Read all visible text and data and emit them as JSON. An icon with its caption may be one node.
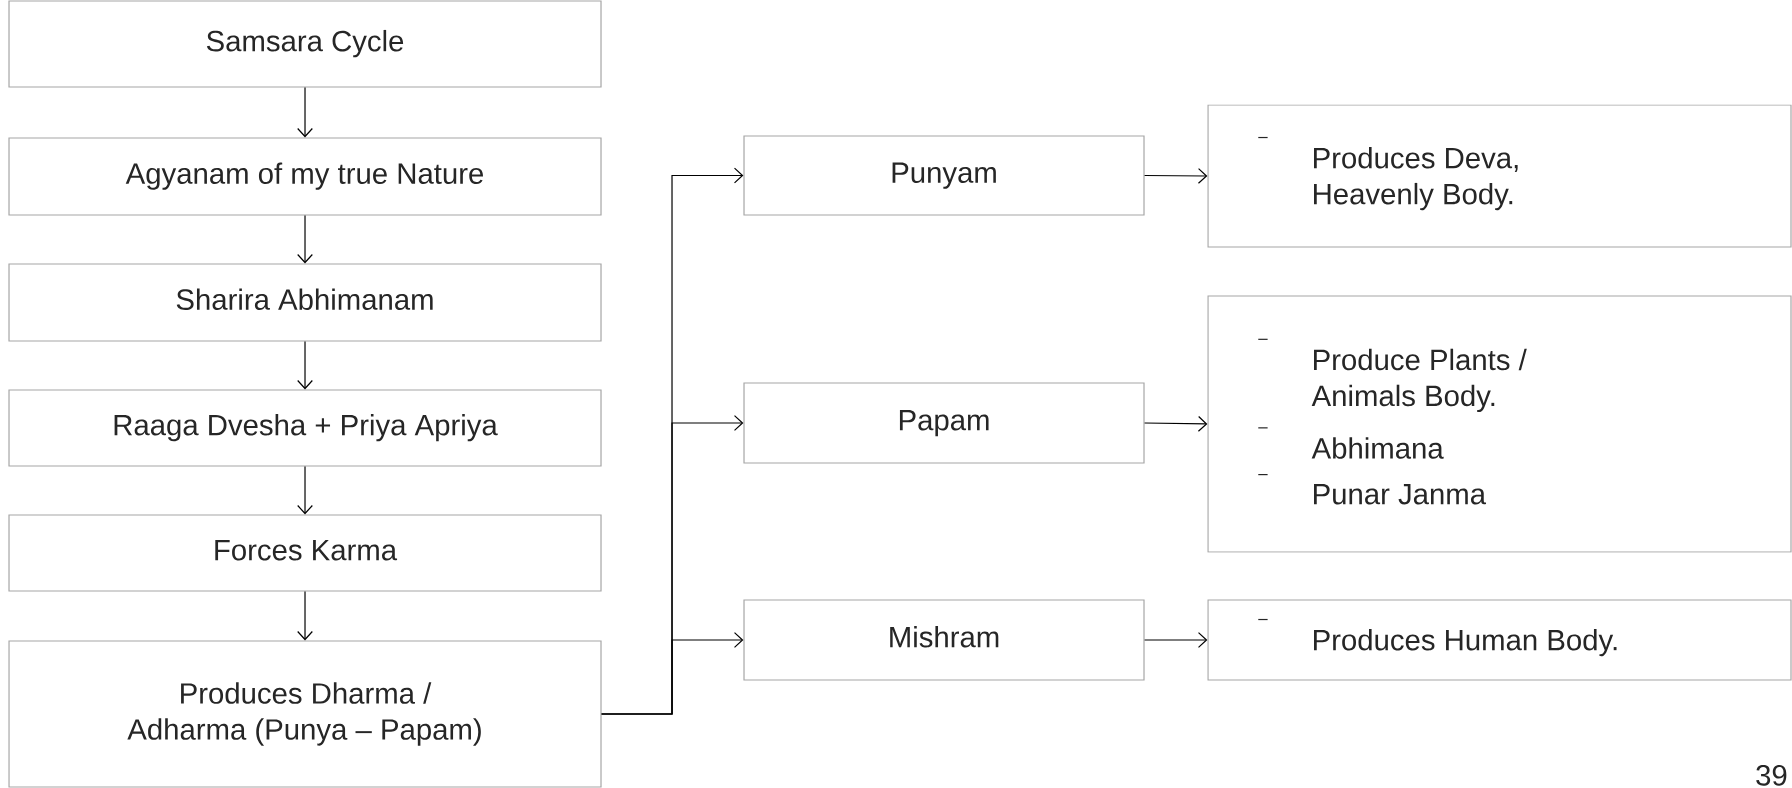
{
  "diagram": {
    "nodes": [
      {
        "text": [
          "Samsara Cycle"
        ]
      },
      {
        "text": [
          "Agyanam of my true Nature"
        ]
      },
      {
        "text": [
          "Sharira Abhimanam"
        ]
      },
      {
        "text": [
          "Raaga Dvesha + Priya Apriya"
        ]
      },
      {
        "text": [
          "Forces Karma"
        ]
      },
      {
        "text": [
          "Produces Dharma / Adharma (Punya – Papam)"
        ]
      },
      {
        "text": [
          "Punyam"
        ]
      },
      {
        "text": [
          "Papam"
        ]
      },
      {
        "text": [
          "Mishram"
        ]
      },
      {
        "text": [
          "Produces Deva, Heavenly Body."
        ]
      },
      {
        "text": [
          "Produce Plants / Animals Body.",
          "Abhimana",
          "Punar Janma"
        ]
      },
      {
        "text": [
          "Produces Human Body."
        ]
      }
    ],
    "edges": [
      {
        "from": 0,
        "to": 1,
        "arrow": "to"
      },
      {
        "from": 1,
        "to": 2,
        "arrow": "to"
      },
      {
        "from": 2,
        "to": 3,
        "arrow": "to"
      },
      {
        "from": 3,
        "to": 4,
        "arrow": "to"
      },
      {
        "from": 4,
        "to": 5,
        "arrow": "to"
      },
      {
        "from": 5,
        "to": 6,
        "arrow": "to"
      },
      {
        "from": 5,
        "to": 7,
        "arrow": "to"
      },
      {
        "from": 5,
        "to": 8,
        "arrow": "to"
      },
      {
        "from": 6,
        "to": 9,
        "arrow": "to"
      },
      {
        "from": 7,
        "to": 10,
        "arrow": "to"
      },
      {
        "from": 8,
        "to": 11,
        "arrow": "to"
      }
    ],
    "labels": [
      "39"
    ]
  }
}
